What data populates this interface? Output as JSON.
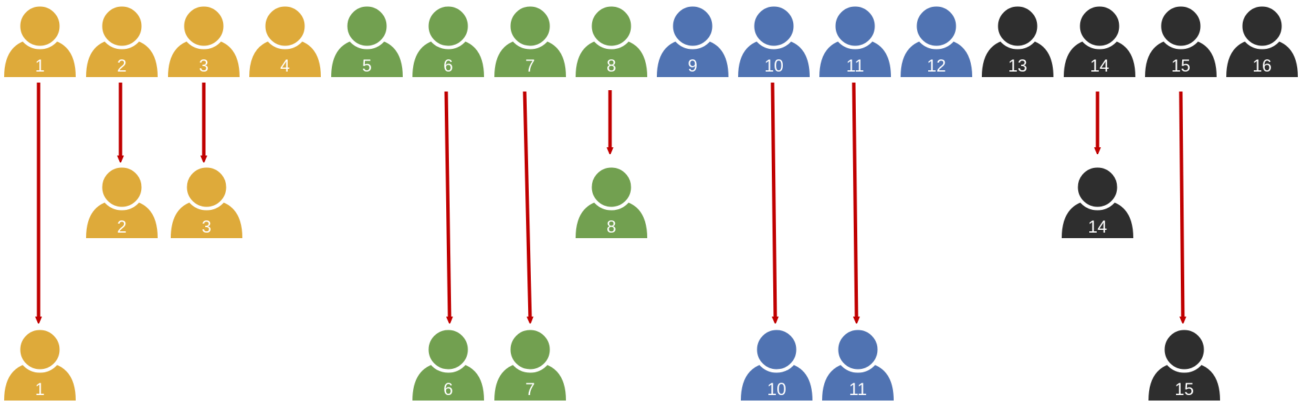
{
  "colors": {
    "group1": "#DEAA3A",
    "group2": "#72A050",
    "group3": "#5073B2",
    "group4": "#2E2E2E",
    "arrow": "#C00000",
    "label": "#FFFFFF",
    "background": "#FFFFFF"
  },
  "icon": "person-icon",
  "top_row": [
    {
      "label": "1",
      "group": "group1"
    },
    {
      "label": "2",
      "group": "group1"
    },
    {
      "label": "3",
      "group": "group1"
    },
    {
      "label": "4",
      "group": "group1"
    },
    {
      "label": "5",
      "group": "group2"
    },
    {
      "label": "6",
      "group": "group2"
    },
    {
      "label": "7",
      "group": "group2"
    },
    {
      "label": "8",
      "group": "group2"
    },
    {
      "label": "9",
      "group": "group3"
    },
    {
      "label": "10",
      "group": "group3"
    },
    {
      "label": "11",
      "group": "group3"
    },
    {
      "label": "12",
      "group": "group3"
    },
    {
      "label": "13",
      "group": "group4"
    },
    {
      "label": "14",
      "group": "group4"
    },
    {
      "label": "15",
      "group": "group4"
    },
    {
      "label": "16",
      "group": "group4"
    }
  ],
  "middle_row": [
    {
      "label": "2",
      "group": "group1"
    },
    {
      "label": "3",
      "group": "group1"
    },
    {
      "label": "8",
      "group": "group2"
    },
    {
      "label": "14",
      "group": "group4"
    }
  ],
  "bottom_row": [
    {
      "label": "1",
      "group": "group1"
    },
    {
      "label": "6",
      "group": "group2"
    },
    {
      "label": "7",
      "group": "group2"
    },
    {
      "label": "10",
      "group": "group3"
    },
    {
      "label": "11",
      "group": "group3"
    },
    {
      "label": "15",
      "group": "group4"
    }
  ]
}
